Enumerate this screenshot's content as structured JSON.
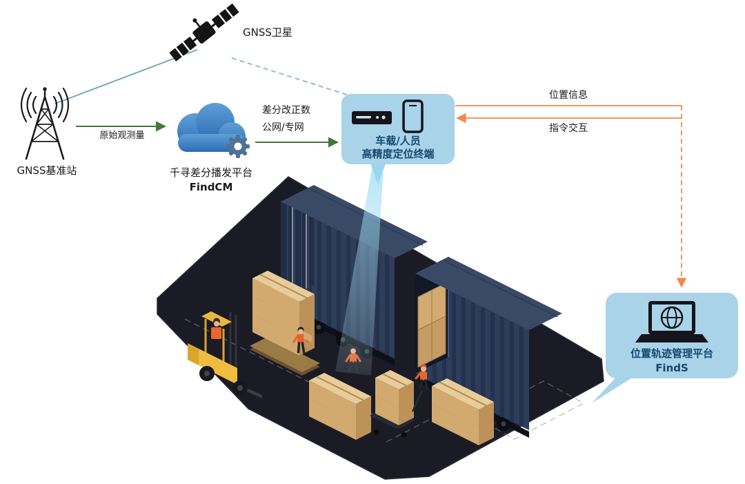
{
  "colors": {
    "satellite_link_line": "#7aa7b5",
    "satellite_dashed_line": "#8fbccd",
    "green_arrow": "#46763a",
    "orange_arrow": "#ef8a4a",
    "bubble_background": "#a9d3e8",
    "bubble_text": "#15486e",
    "cloud_blue": "#3e86c8",
    "container_navy": "#2e3d58",
    "platform_dark": "#1b1b25",
    "box_tan": "#d2a96e",
    "forklift_yellow": "#eebc3f"
  },
  "icons": {
    "satellite": "satellite-icon",
    "base_station": "radio-tower-icon",
    "cloud": "cloud-gear-icon",
    "terminal_device": "vehicle-terminal-icon",
    "terminal_phone": "smartphone-icon",
    "platform_laptop": "laptop-globe-icon"
  },
  "satellite": {
    "label": "GNSS卫星"
  },
  "base_station": {
    "label": "GNSS基准站"
  },
  "cloud_platform": {
    "name": "千寻差分播发平台",
    "product": "FindCM"
  },
  "flow": {
    "raw_obs": "原始观测量",
    "corrections_line1": "差分改正数",
    "corrections_line2": "公网/专网",
    "position_info": "位置信息",
    "command_interaction": "指令交互"
  },
  "terminal": {
    "line1": "车载/人员",
    "line2": "高精度定位终端"
  },
  "track_platform": {
    "name": "位置轨迹管理平台",
    "product": "FindS"
  }
}
